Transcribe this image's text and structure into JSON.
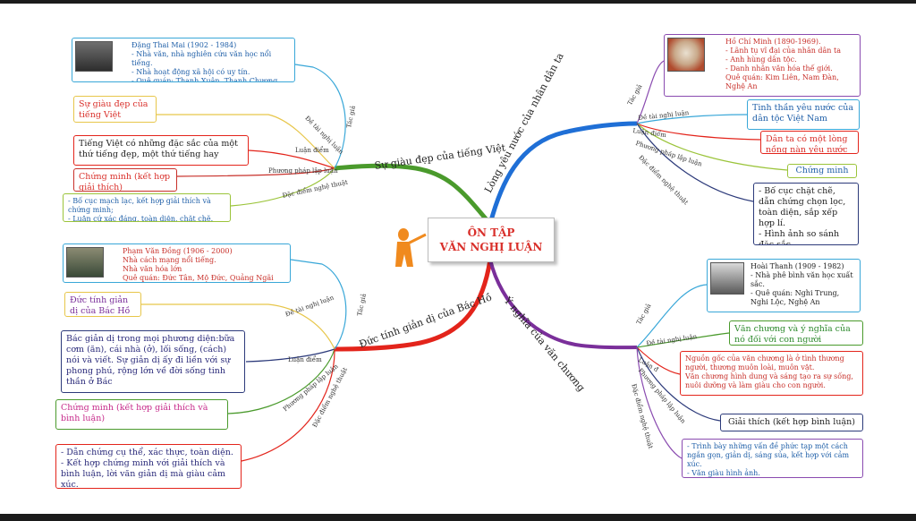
{
  "center": {
    "line1": "ÔN TẬP",
    "line2": "VĂN NGHỊ LUẬN"
  },
  "branches": {
    "b1": "Sự giàu đẹp của tiếng Việt",
    "b2": "Lòng yêu nước của nhân dân ta",
    "b3": "Đức tính giản dị của Bác Hồ",
    "b4": "Ý nghĩa của văn chương"
  },
  "sub_labels": {
    "tg": "Tác giả",
    "dtnl": "Đề tài nghị luận",
    "ld": "Luận điểm",
    "pplp": "Phương pháp lập luận",
    "dcnt": "Đặc điểm nghệ thuật",
    "ld2": "Luận đ"
  },
  "author1": "Đặng Thai Mai (1902 - 1984)\n- Nhà văn, nhà nghiên cứu văn học nổi tiếng.\n- Nhà hoạt động xã hội có uy tín.\n- Quê quán: Thanh Xuân, Thanh Chương, Nghệ An",
  "author2": "Hồ Chí Minh (1890-1969).\n- Lãnh tụ vĩ đại của nhân dân ta\n- Anh hùng dân tộc.\n- Danh nhân văn hóa thế giới.\nQuê quán: Kim Liên, Nam Đàn, Nghệ An",
  "author3": "Phạm Văn Đồng (1906 - 2000)\nNhà cách mạng nổi tiếng.\nNhà văn hóa lớn\nQuê quán: Đức Tân, Mộ Đức, Quảng Ngãi",
  "author4": "Hoài Thanh (1909 - 1982)\n- Nhà phê bình văn học xuất sắc.\n- Quê quán: Nghi Trung, Nghi Lộc, Nghệ An",
  "tl": {
    "topic": "Sự giàu đẹp của tiếng Việt",
    "thesis": "Tiếng Việt có những đặc sắc của một thứ tiếng đẹp, một thứ tiếng hay",
    "method": "Chứng minh (kết hợp giải thích)",
    "art": "- Bố cục mạch lạc, kết hợp giải thích và chứng minh;\n- Luận cứ xác đáng, toàn diện, chặt chẽ."
  },
  "tr": {
    "topic": "Tinh thần yêu nước của dân tộc Việt Nam",
    "thesis": "Dân ta có một lòng nồng nàn yêu nước",
    "method": "Chứng minh",
    "art": "- Bố cục chặt chẽ, dẫn chứng chọn lọc, toàn diện, sắp xếp hợp lí.\n- Hình ảnh so sánh đặc sắc."
  },
  "bl": {
    "topic": "Đức tính giản dị của Bác Hồ",
    "thesis": "Bác giản dị trong mọi phương diện:bữa cơm (ăn), cái nhà (ở), lối sống, (cách) nói và viết. Sự giản dị ấy đi liền với sự phong phú, rộng lớn về đời sống tinh thần ở Bác",
    "method": "Chứng minh (kết hợp giải thích và bình luận)",
    "art": "- Dẫn chứng cụ thể, xác thực, toàn diện.\n- Kết hợp chứng minh với giải thích và bình luận, lời văn giản dị mà giàu cảm xúc."
  },
  "br": {
    "topic": "Văn chương và ý nghĩa của nó đối với con người",
    "thesis": "Nguồn gốc của văn chương là ở tình thương người, thương muôn loài, muôn vật.\nVăn chương hình dung và sáng tạo ra sự sống, nuôi dưỡng và làm giàu cho con người.",
    "method": "Giải thích (kết hợp bình luận)",
    "art": "- Trình bày những vấn đề phức tạp một cách ngắn gọn, giản dị, sáng sủa, kết hợp với cảm xúc.\n- Văn giàu hình ảnh."
  },
  "colors": {
    "blue": "#1f6fd6",
    "green": "#4a9a2c",
    "red": "#e3241b",
    "purple": "#7a2f9a",
    "yellow": "#e7c64a",
    "darkred": "#c8302a",
    "navy": "#2c3a7a"
  }
}
